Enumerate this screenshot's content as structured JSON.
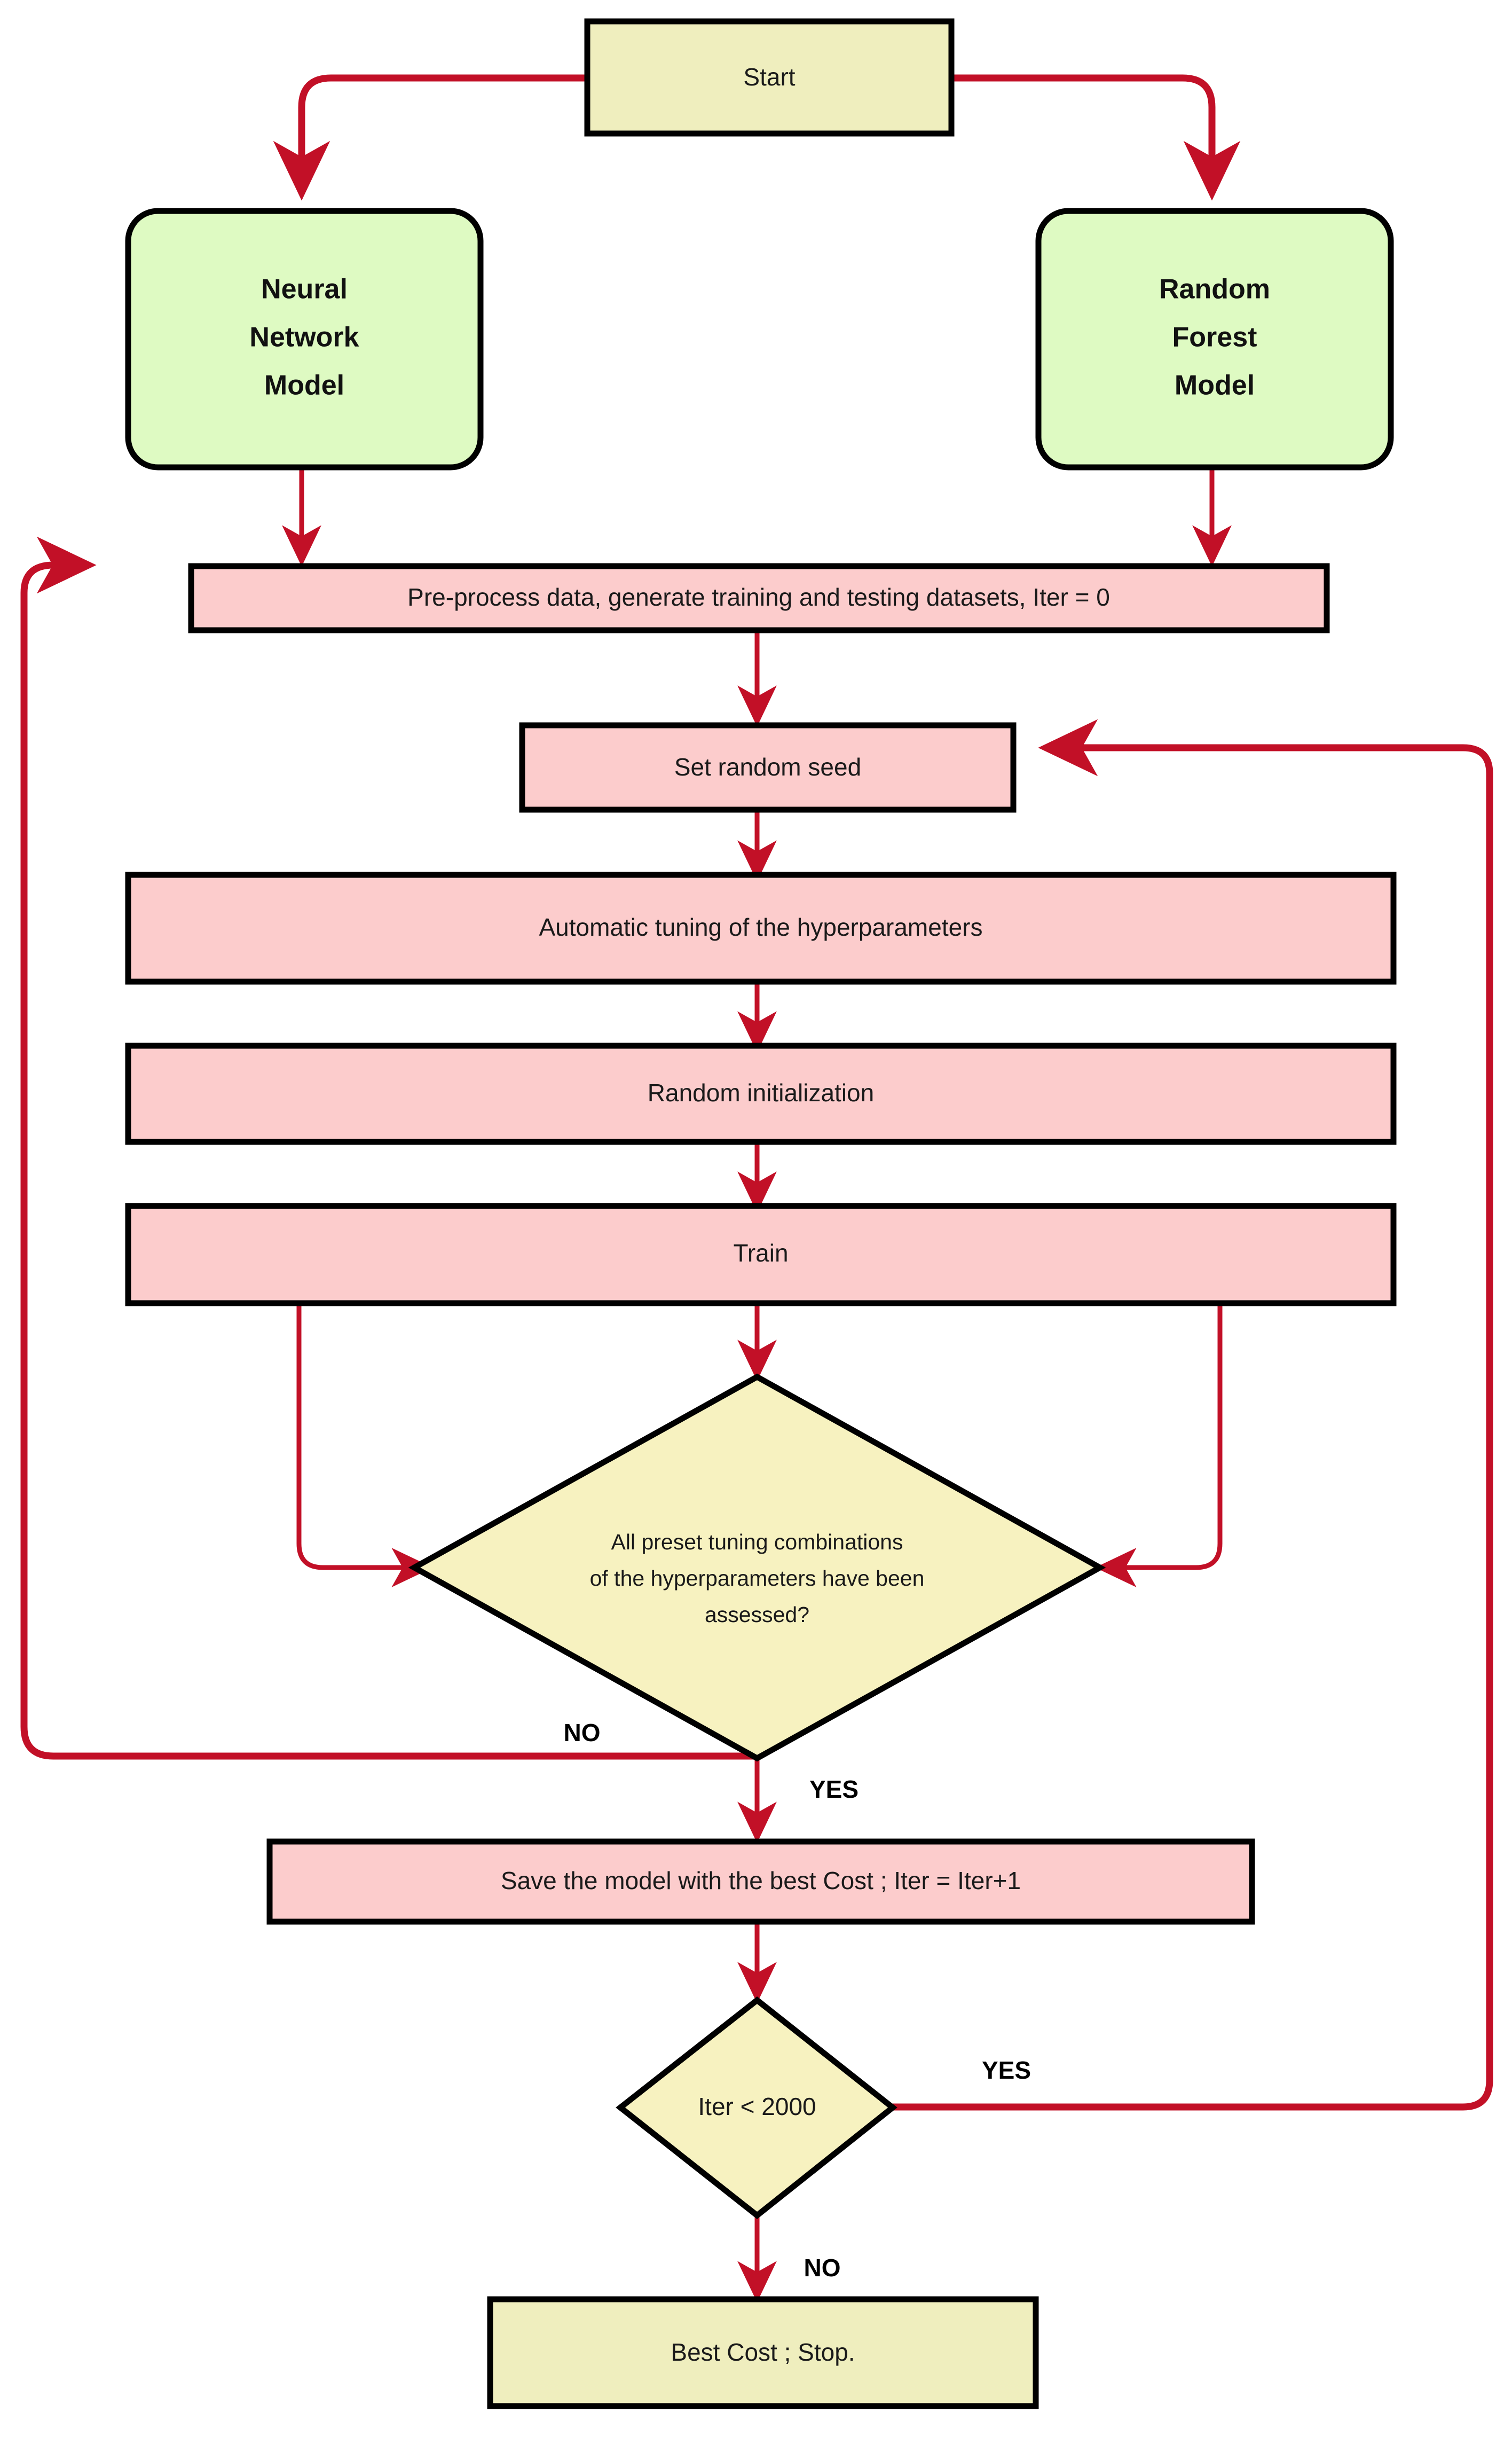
{
  "diagram": {
    "type": "flowchart",
    "title": "Machine learning model training and hyperparameter tuning flowchart",
    "colors": {
      "terminator_fill": "#EFEEBE",
      "model_fill": "#DEFAC2",
      "process_fill": "#FCCCCC",
      "decision_fill": "#F7F2C0",
      "node_border": "#000000",
      "connector": "#C21027",
      "background": "#FFFFFF"
    },
    "nodes": {
      "start": {
        "label": "Start",
        "shape": "rectangle"
      },
      "neural_network_model": {
        "label_line1": "Neural",
        "label_line2": "Network",
        "label_line3": "Model",
        "shape": "rounded-rectangle"
      },
      "random_forest_model": {
        "label_line1": "Random",
        "label_line2": "Forest",
        "label_line3": "Model",
        "shape": "rounded-rectangle"
      },
      "preprocess": {
        "label": "Pre-process data, generate training and testing datasets, Iter = 0",
        "shape": "rectangle"
      },
      "set_random_seed": {
        "label": "Set random seed",
        "shape": "rectangle"
      },
      "auto_tuning": {
        "label": "Automatic tuning of the hyperparameters",
        "shape": "rectangle"
      },
      "random_init": {
        "label": "Random initialization",
        "shape": "rectangle"
      },
      "train": {
        "label": "Train",
        "shape": "rectangle"
      },
      "decision_combinations": {
        "label_line1": "All preset tuning combinations",
        "label_line2": "of the hyperparameters have been",
        "label_line3": "assessed?",
        "shape": "diamond"
      },
      "save_model": {
        "label": "Save the model with the best Cost ;  Iter = Iter+1",
        "shape": "rectangle"
      },
      "decision_iter": {
        "label": "Iter < 2000",
        "shape": "diamond"
      },
      "stop": {
        "label": "Best Cost ;  Stop.",
        "shape": "rectangle"
      }
    },
    "edge_labels": {
      "combinations_no": "NO",
      "combinations_yes": "YES",
      "iter_yes": "YES",
      "iter_no": "NO"
    }
  }
}
